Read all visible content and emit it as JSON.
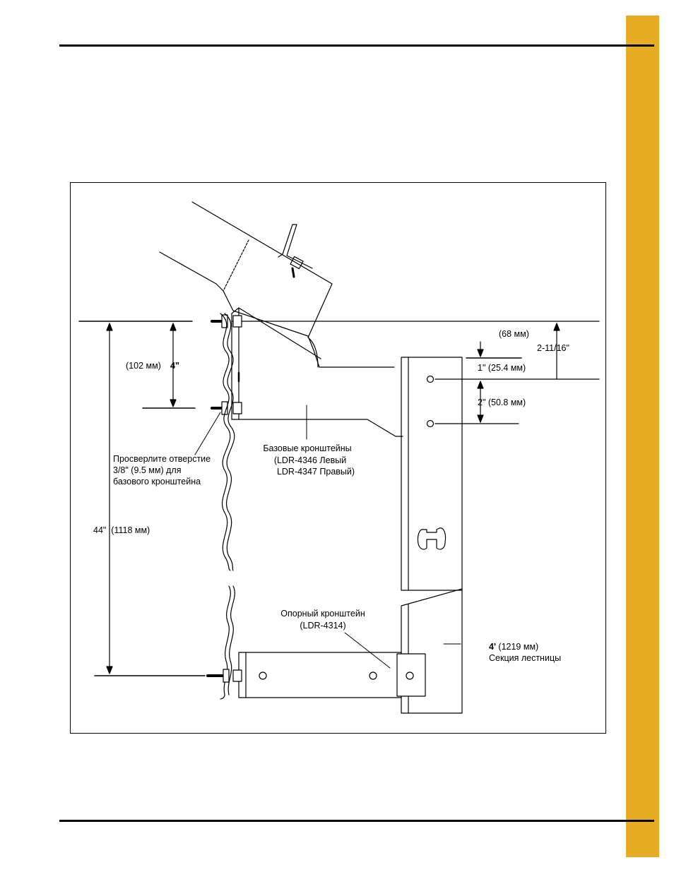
{
  "colors": {
    "tab": "#e8ac24",
    "ink": "#000000"
  },
  "figure": {
    "dim_top_mm": "(68 мм)",
    "dim_top_in": "2-11/16\"",
    "dim_1in": "1\" (25.4 мм)",
    "dim_2in": "2\" (50.8 мм)",
    "dim_102_mm": "(102 мм)",
    "dim_4in": "4\"",
    "dim_44in": "44\"  (1118 мм)",
    "drill_note": [
      "Просверлите отверстие",
      "3/8\" (9.5 мм) для",
      "базового кронштейна"
    ],
    "base_brackets": [
      "Базовые кронштейны",
      "(LDR-4346 Левый",
      "LDR-4347 Правый)"
    ],
    "support_bracket": [
      "Опорный кронштейн",
      "(LDR-4314)"
    ],
    "ladder_section_size_bold": "4'",
    "ladder_section_size_rest": " (1219 мм)",
    "ladder_section_name": "Секция лестницы"
  }
}
